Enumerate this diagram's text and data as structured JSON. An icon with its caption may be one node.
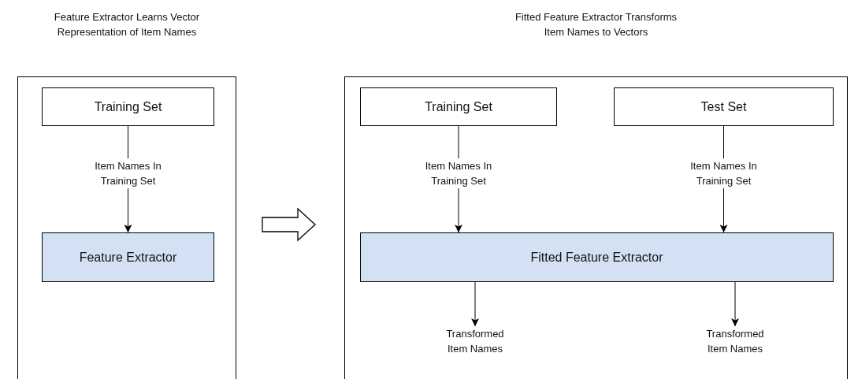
{
  "diagram": {
    "nodes": [
      {
        "text": [
          "Feature Extractor Learns Vector Representation of Item Names"
        ]
      },
      {
        "text": [
          "Training Set"
        ],
        "in": 0
      },
      {
        "text": [
          "Feature Extractor"
        ],
        "in": 0
      },
      {
        "text": [
          "Fitted Feature Extractor Transforms Item Names to Vectors"
        ]
      },
      {
        "text": [
          "Training Set"
        ],
        "in": 3
      },
      {
        "text": [
          "Test Set"
        ],
        "in": 3
      },
      {
        "text": [
          "Fitted Feature Extractor"
        ],
        "in": 3
      },
      {
        "text": [
          "Transformed Item Names"
        ],
        "in": 3
      },
      {
        "text": [
          "Transformed Item Names"
        ],
        "in": 3
      }
    ],
    "edges": [
      {
        "from": 1,
        "to": 2,
        "arrow": "to",
        "label": "Item Names In Training Set"
      },
      {
        "from": 0,
        "to": 3,
        "arrow": "to",
        "style": "thick"
      },
      {
        "from": 4,
        "to": 6,
        "arrow": "to",
        "label": "Item Names In Training Set"
      },
      {
        "from": 5,
        "to": 6,
        "arrow": "to",
        "label": "Item Names In Training Set"
      },
      {
        "from": 6,
        "to": 7,
        "arrow": "to"
      },
      {
        "from": 6,
        "to": 8,
        "arrow": "to"
      }
    ]
  }
}
